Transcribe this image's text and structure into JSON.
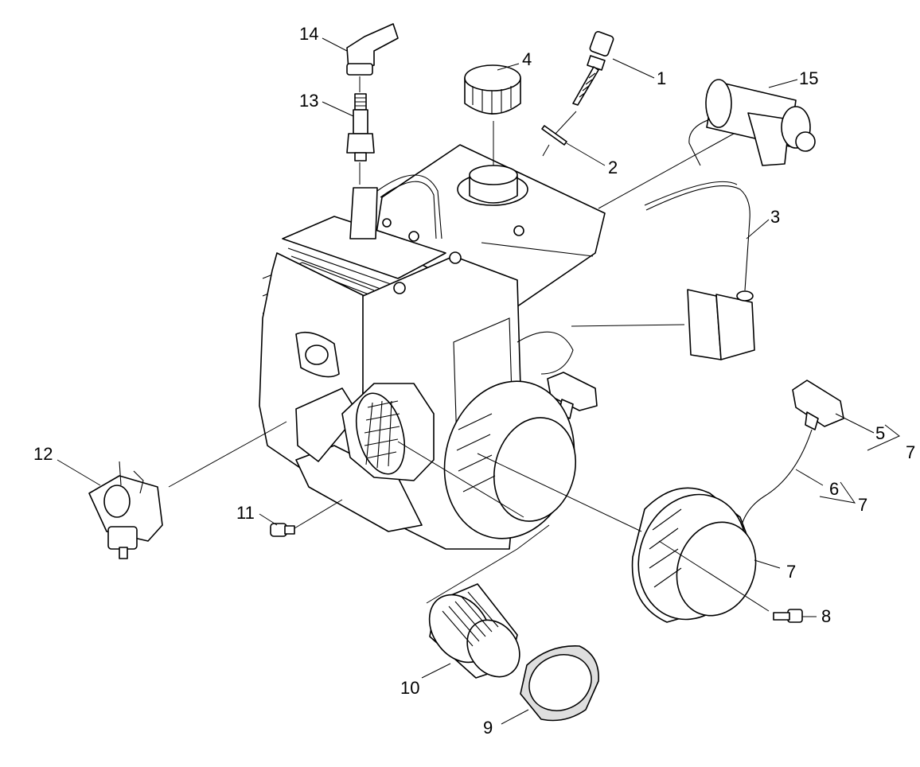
{
  "callouts": {
    "c1": "1",
    "c2": "2",
    "c3": "3",
    "c4": "4",
    "c5": "5",
    "c5_ref": "7",
    "c6": "6",
    "c6_ref": "7",
    "c7": "7",
    "c8": "8",
    "c9": "9",
    "c10": "10",
    "c11": "11",
    "c12": "12",
    "c13": "13",
    "c14": "14",
    "c15": "15"
  },
  "colors": {
    "line": "#000000",
    "background": "#ffffff",
    "filter_shade": "#dedede"
  }
}
